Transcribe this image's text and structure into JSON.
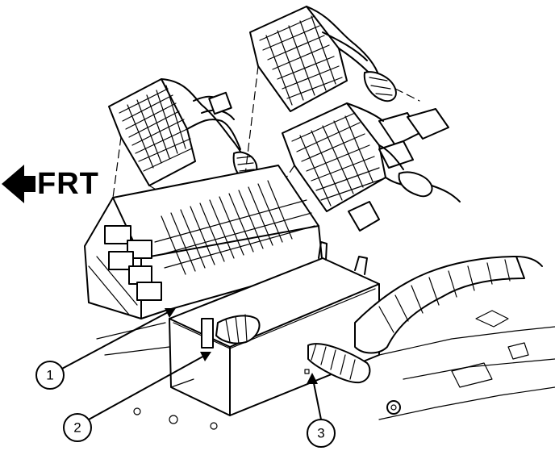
{
  "diagram": {
    "direction_label": "FRT",
    "callouts": [
      {
        "id": "callout-1",
        "number": "1"
      },
      {
        "id": "callout-2",
        "number": "2"
      },
      {
        "id": "callout-3",
        "number": "3"
      }
    ]
  },
  "colors": {
    "ink": "#000000",
    "background": "#ffffff"
  }
}
